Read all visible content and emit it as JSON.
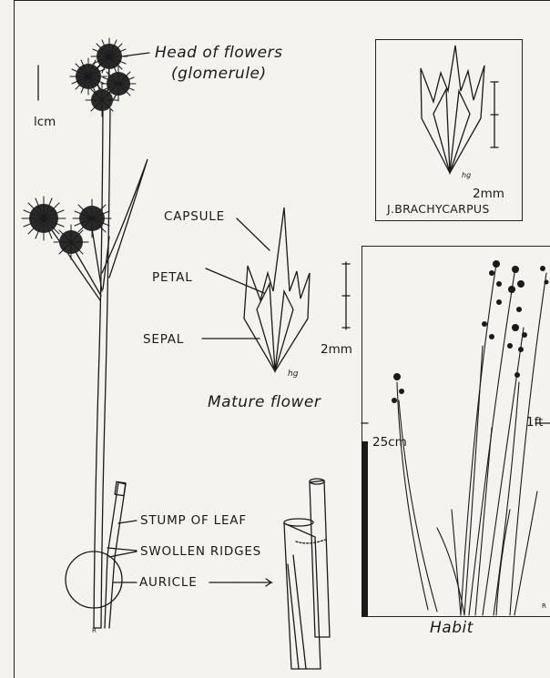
{
  "labels": {
    "head_line1": "Head of flowers",
    "head_line2": "(glomerule)",
    "scale_1cm": "lcm",
    "capsule": "CAPSULE",
    "petal": "PETAL",
    "sepal": "SEPAL",
    "scale_2mm_main": "2mm",
    "mature_flower": "Mature flower",
    "scale_2mm_inset": "2mm",
    "inset_title": "J.BRACHYCARPUS",
    "stump_of_leaf": "STUMP OF LEAF",
    "swollen_ridges": "SWOLLEN RIDGES",
    "auricle": "AURICLE",
    "scale_25cm": "25cm",
    "scale_1ft": "1ft",
    "habit": "Habit",
    "artist_mark_main": "hg",
    "artist_mark_inset": "hg",
    "initial_plant": "R",
    "initial_habit": "R"
  },
  "colors": {
    "ink": "#1a1a1a",
    "paper": "#f4f3ef"
  }
}
